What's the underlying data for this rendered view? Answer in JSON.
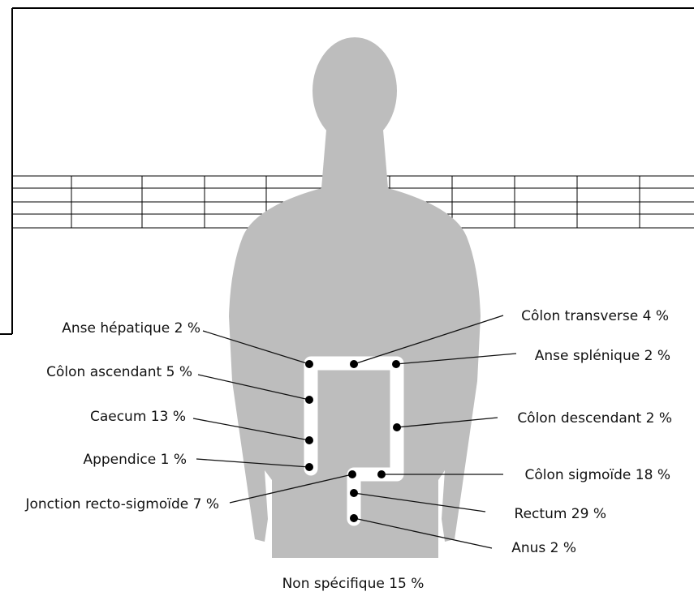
{
  "colors": {
    "body": "#bdbdbd",
    "colon_track": "#ffffff",
    "ink": "#000000"
  },
  "labels": {
    "anse_hepatique": "Anse hépatique 2 %",
    "colon_ascendant": "Côlon ascendant 5 %",
    "caecum": "Caecum 13 %",
    "appendice": "Appendice 1 %",
    "jonction": "Jonction recto-sigmoïde 7 %",
    "colon_transverse": "Côlon transverse 4 %",
    "anse_splenique": "Anse splénique 2 %",
    "colon_descendant": "Côlon descendant 2 %",
    "colon_sigmoide": "Côlon sigmoïde 18 %",
    "rectum": "Rectum 29 %",
    "anus": "Anus 2 %",
    "non_specifique": "Non spécifique 15 %"
  }
}
